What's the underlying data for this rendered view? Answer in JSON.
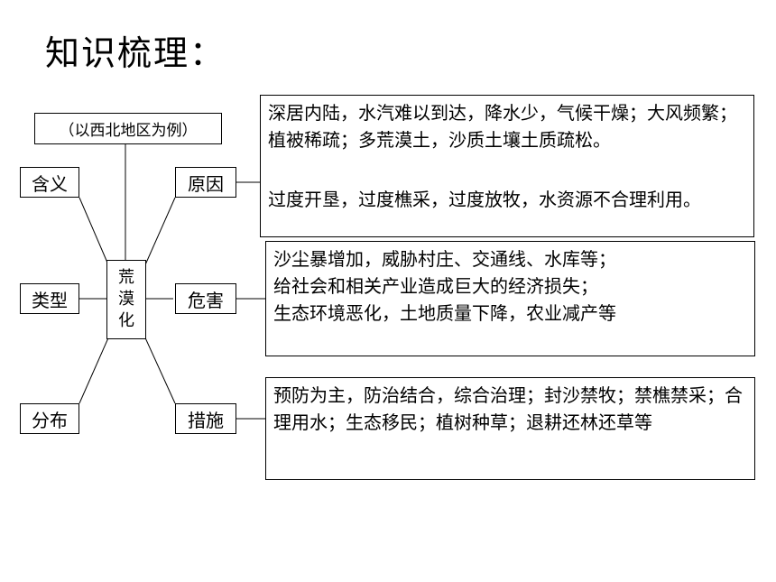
{
  "title": "知识梳理：",
  "center": {
    "chars": [
      "荒",
      "漠",
      "化"
    ]
  },
  "note": "（以西北地区为例）",
  "branches": {
    "meaning": "含义",
    "type": "类型",
    "distribution": "分布",
    "cause": "原因",
    "harm": "危害",
    "measure": "措施"
  },
  "cause": {
    "natural": "深居内陆，水汽难以到达，降水少，气候干燥；大风频繁；植被稀疏；多荒漠土，沙质土壤土质疏松。",
    "human": "过度开垦，过度樵采，过度放牧，水资源不合理利用。"
  },
  "harm": {
    "lines": [
      "沙尘暴增加，威胁村庄、交通线、水库等；",
      "给社会和相关产业造成巨大的经济损失；",
      "生态环境恶化，土地质量下降，农业减产等"
    ]
  },
  "measure": {
    "text": "预防为主，防治结合，综合治理；封沙禁牧；禁樵禁采；合理用水；生态移民；植树种草；退耕还林还草等"
  }
}
